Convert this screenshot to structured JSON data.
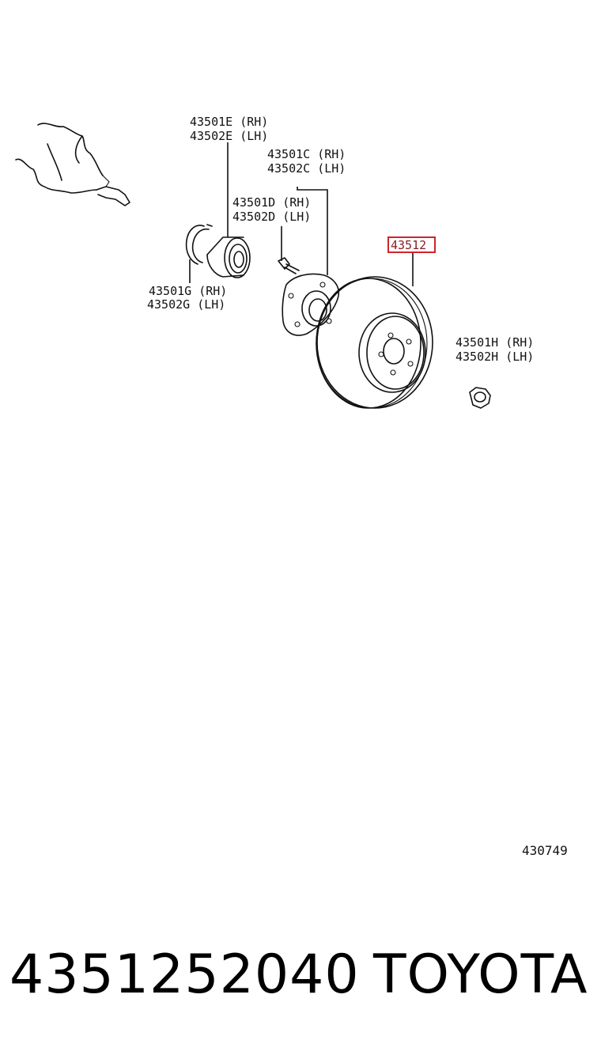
{
  "diagram": {
    "callouts": {
      "bearing": [
        "43501E (RH)",
        "43502E (LH)"
      ],
      "hub": [
        "43501C (RH)",
        "43502C (LH)"
      ],
      "hub_bolt": [
        "43501D (RH)",
        "43502D (LH)"
      ],
      "snap_ring": [
        "43501G (RH)",
        "43502G (LH)"
      ],
      "nut": [
        "43501H (RH)",
        "43502H (LH)"
      ],
      "disc_highlighted": "43512"
    },
    "figure_number": "430749",
    "highlight_color": "#d0242b"
  },
  "footer": {
    "part_number": "4351252040",
    "brand": "TOYOTA"
  }
}
